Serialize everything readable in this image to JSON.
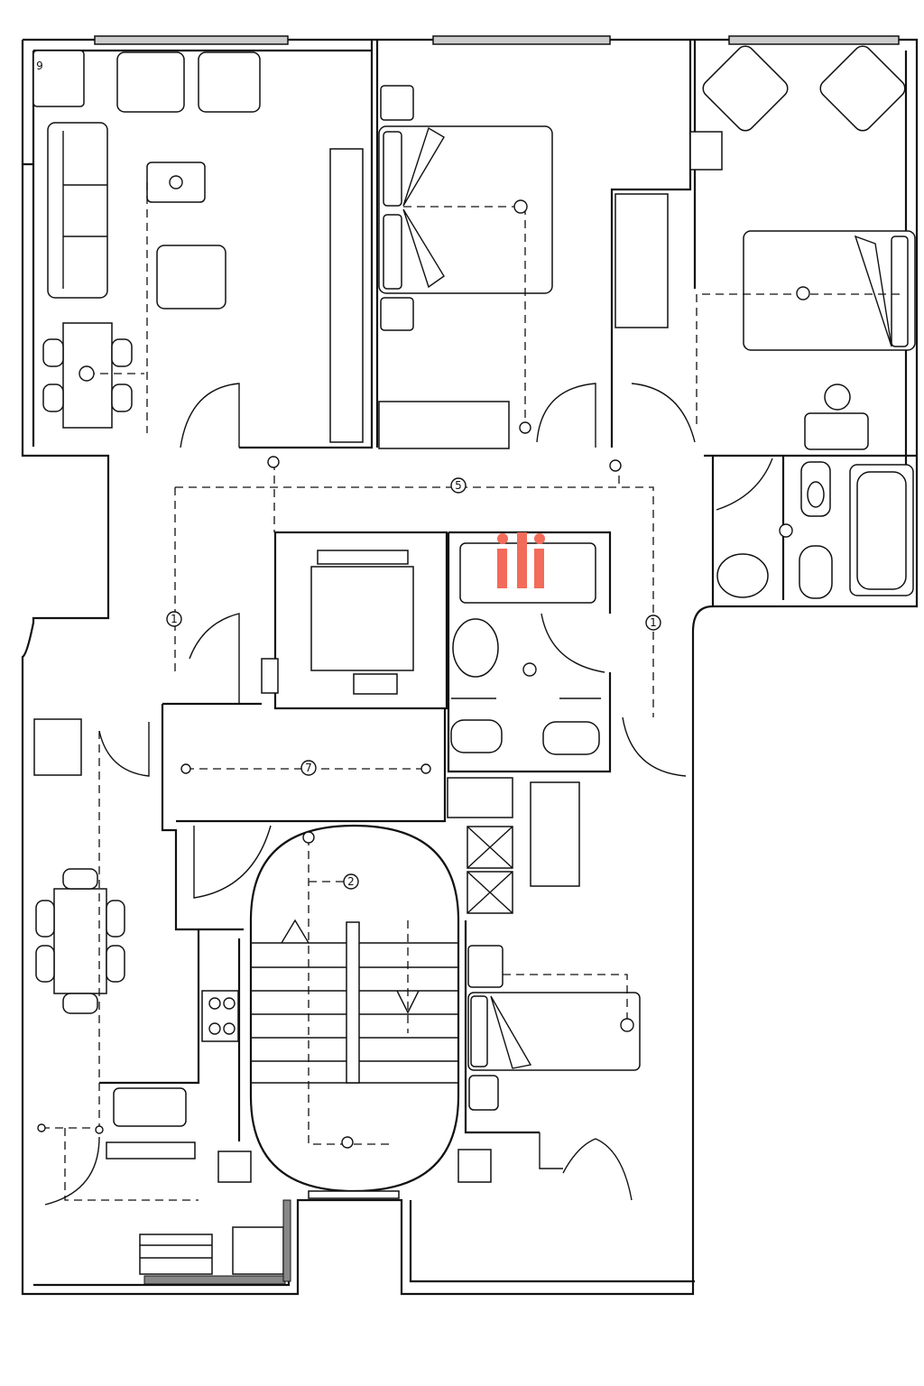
{
  "plan": {
    "watermark": "ili",
    "watermark_color": "#f36b5a",
    "room_tag": "9",
    "circuit_labels": [
      {
        "id": "c5",
        "text": "5"
      },
      {
        "id": "c1a",
        "text": "1"
      },
      {
        "id": "c1b",
        "text": "1"
      },
      {
        "id": "c7",
        "text": "7"
      },
      {
        "id": "c2",
        "text": "2"
      }
    ]
  }
}
